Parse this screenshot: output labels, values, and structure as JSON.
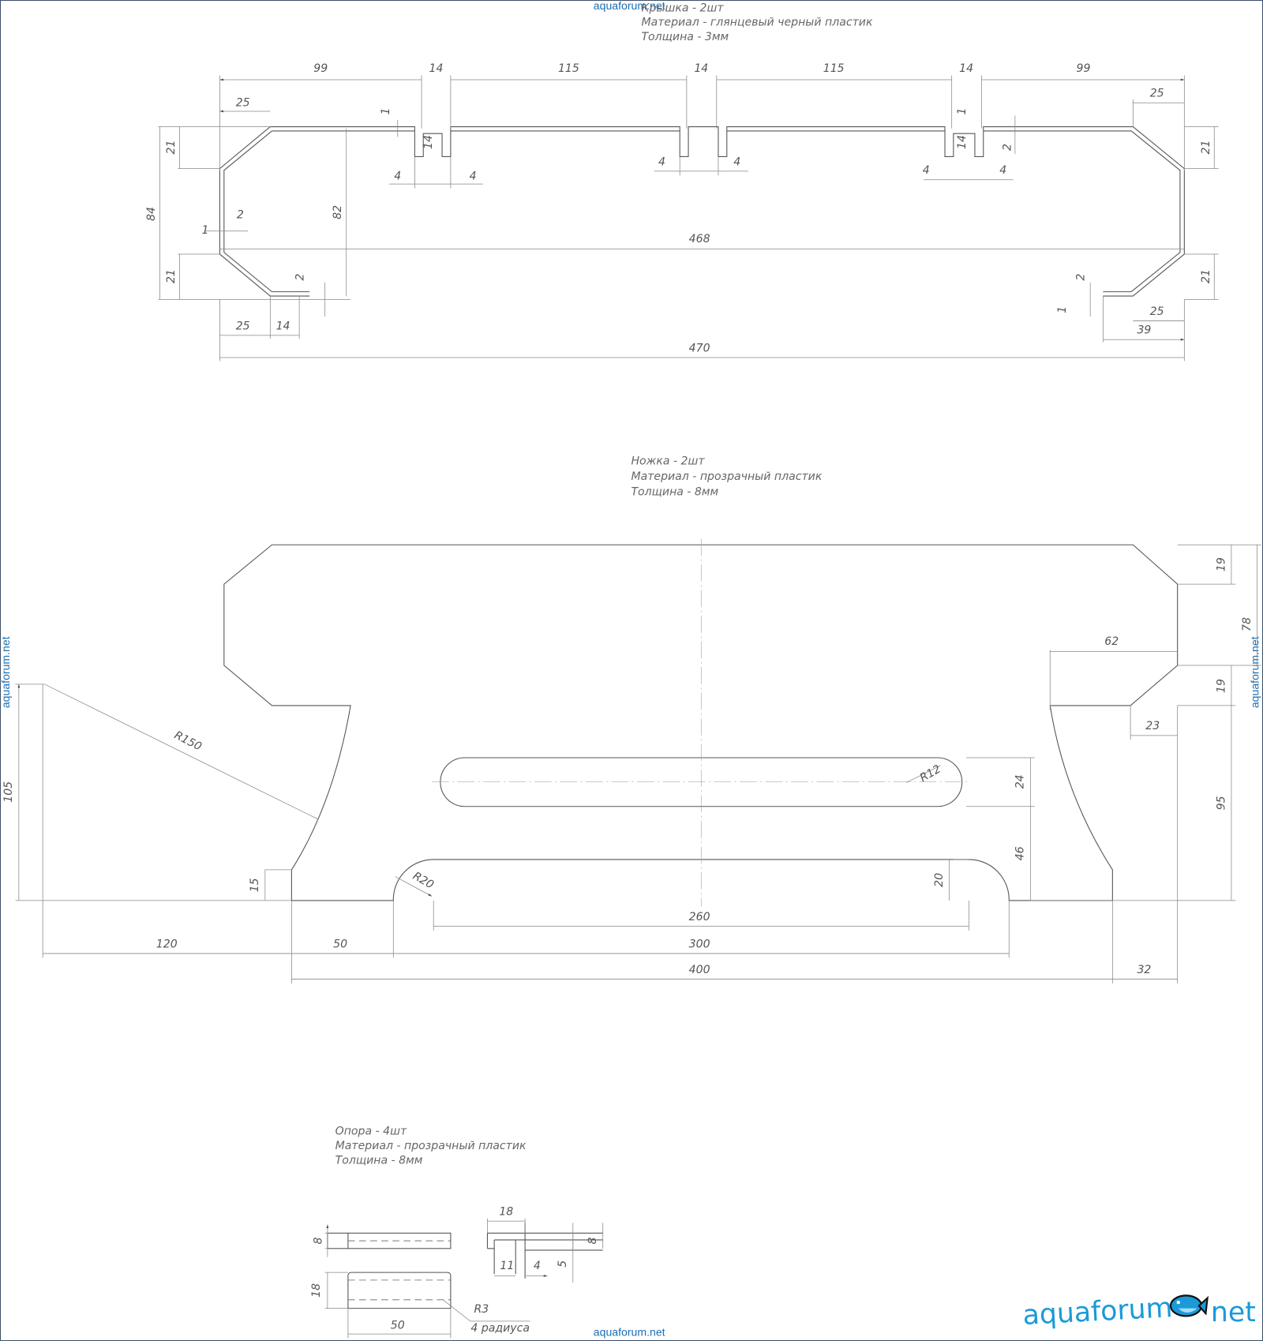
{
  "watermark": "aquaforum.net",
  "logo": {
    "left": "aquaforum",
    "right": "net"
  },
  "lid": {
    "notes": [
      "Крышка - 2шт",
      "Материал - глянцевый черный пластик",
      "Толщина - 3мм"
    ],
    "dims": [
      "99",
      "14",
      "115",
      "14",
      "115",
      "14",
      "99",
      "25",
      "21",
      "84",
      "21",
      "82",
      "1",
      "14",
      "4",
      "4",
      "4",
      "4",
      "1",
      "14",
      "2",
      "4",
      "4",
      "468",
      "2",
      "1",
      "2",
      "25",
      "14",
      "470",
      "25",
      "21",
      "21",
      "2",
      "1",
      "25",
      "39"
    ]
  },
  "leg": {
    "notes": [
      "Ножка - 2шт",
      "Материал - прозрачный пластик",
      "Толщина - 8мм"
    ],
    "dims": [
      "19",
      "78",
      "62",
      "19",
      "23",
      "R150",
      "105",
      "R12",
      "24",
      "95",
      "46",
      "R20",
      "20",
      "15",
      "260",
      "120",
      "50",
      "300",
      "400",
      "32"
    ]
  },
  "support": {
    "notes": [
      "Опора - 4шт",
      "Материал - прозрачный пластик",
      "Толщина - 8мм"
    ],
    "dims": [
      "8",
      "18",
      "50",
      "R3",
      "4 радиуса",
      "18",
      "8",
      "11",
      "4",
      "5"
    ]
  }
}
